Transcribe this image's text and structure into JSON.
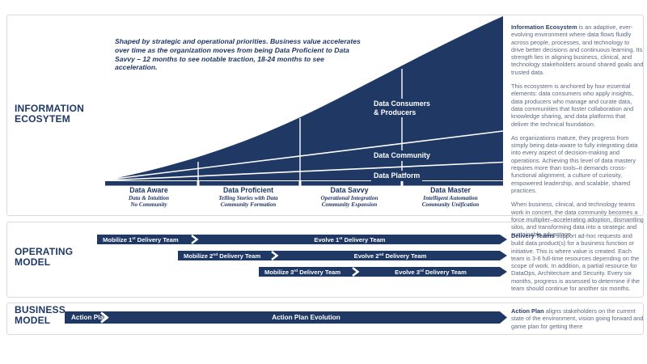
{
  "colors": {
    "navy": "#1f3864",
    "border": "#dadada",
    "body_text": "#5c6a80"
  },
  "ecosystem": {
    "label_line1": "INFORMATION",
    "label_line2": "ECOSYTEM",
    "intro": "Shaped by strategic and operational priorities. Business value accelerates over time as the organization moves from being Data Proficient to Data Savvy – 12 months to see notable traction, 18-24 months to see acceleration.",
    "bands": {
      "top_line1": "Data Consumers",
      "top_line2": "& Producers",
      "middle": "Data Community",
      "bottom": "Data Platform"
    },
    "stages": [
      {
        "title": "Data Aware",
        "line1": "Data & Intuition",
        "line2": "No Community"
      },
      {
        "title": "Data Proficient",
        "line1": "Telling Stories with Data",
        "line2": "Community Formation"
      },
      {
        "title": "Data Savvy",
        "line1": "Operational Integration",
        "line2": "Community Expansion"
      },
      {
        "title": "Data Master",
        "line1": "Intelligent Automation",
        "line2": "Community Unification"
      }
    ],
    "description": {
      "p1_lead": "Information Ecosystem",
      "p1_rest": " is an adaptive, ever-evolving environment where data flows fluidly across people, processes, and technology to drive better decisions and continuous learning. Its strength lies in aligning business, clinical, and technology stakeholders around shared goals and trusted data.",
      "p2": "This ecosystem is anchored by four essential elements: data consumers who apply insights, data producers who manage and curate data, data communities that foster collaboration and knowledge sharing, and data platforms that deliver the technical foundation.",
      "p3": "As organizations mature, they progress from simply being data-aware to fully integrating data into every aspect of decision-making and operations. Achieving this level of data mastery requires more than tools–it demands cross-functional alignment, a culture of curiosity, empowered leadership, and scalable, shared practices.",
      "p4": "When business, clinical, and technology teams work in concert, the data community becomes a force multiplier–accelerating adoption, dismantling silos, and transforming data into a strategic and sustainable advantage."
    }
  },
  "operating": {
    "label_line1": "OPERATING",
    "label_line2": "MODEL",
    "rows": [
      {
        "mobilize": {
          "pre": "Mobilize 1",
          "sup": "st",
          "post": " Delivery Team"
        },
        "evolve": {
          "pre": "Evolve 1",
          "sup": "st",
          "post": " Delivery Team"
        }
      },
      {
        "mobilize": {
          "pre": "Mobilize 2",
          "sup": "nd",
          "post": " Delivery Team"
        },
        "evolve": {
          "pre": "Evolve 2",
          "sup": "nd",
          "post": " Delivery Team"
        }
      },
      {
        "mobilize": {
          "pre": "Mobilize 3",
          "sup": "rd",
          "post": " Delivery Team"
        },
        "evolve": {
          "pre": "Evolve 3",
          "sup": "rd",
          "post": " Delivery Team"
        }
      }
    ],
    "description": {
      "lead": "Delivery Teams",
      "rest": " support ad-hoc requests and build data product(s) for a business function or initiative. This is where value is created. Each team is 3-6 full-time resources depending on the scope of work. In addition, a partial resource for DataOps, Architecture and Security. Every six months, progress is assessed to determine if the team should continue for another six months."
    }
  },
  "business": {
    "label_line1": "BUSINESS",
    "label_line2": "MODEL",
    "plan_label": "Action Plan",
    "evolution_label": "Action Plan Evolution",
    "description": {
      "lead": "Action Plan",
      "rest": " aligns stakeholders on the current state of the environment, vision going forward and game plan for getting there"
    }
  }
}
